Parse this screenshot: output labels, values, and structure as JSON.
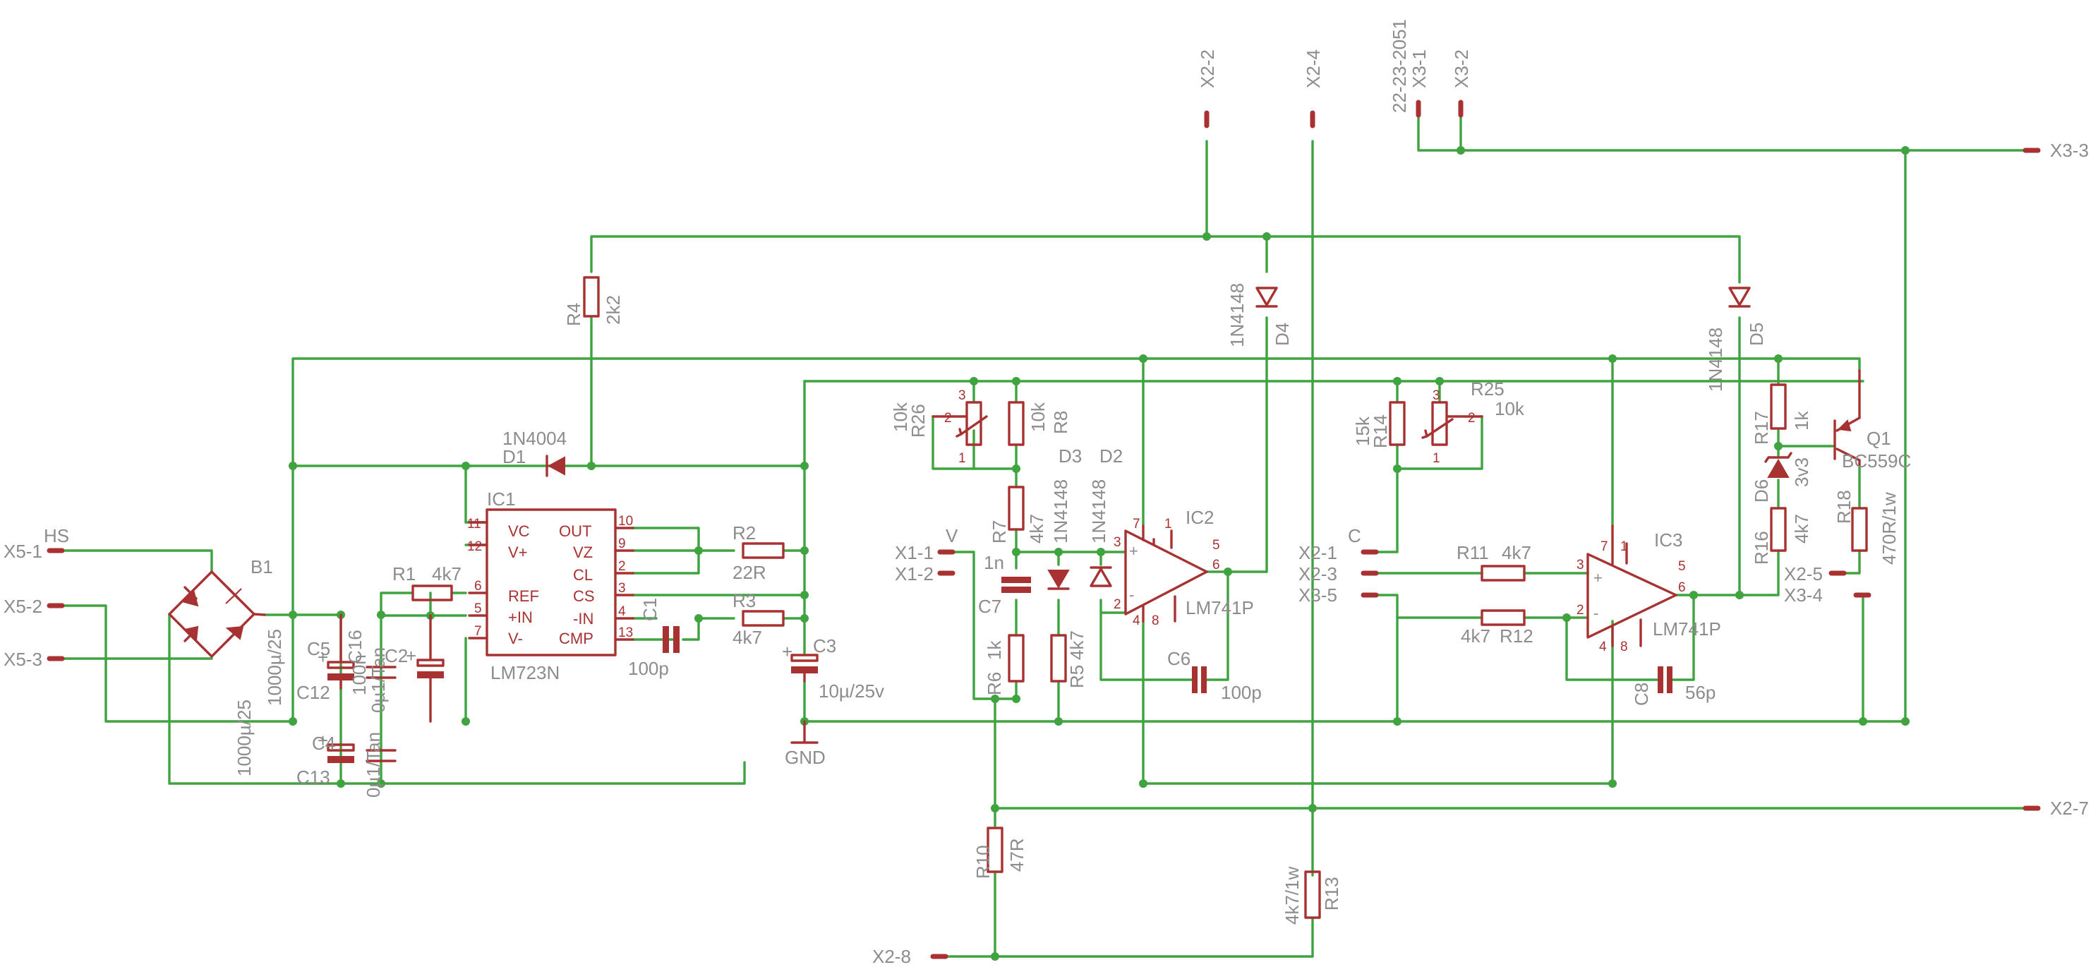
{
  "connectors": {
    "x5_1": "X5-1",
    "x5_2": "X5-2",
    "x5_3": "X5-3",
    "hs": "HS",
    "x1_1": "X1-1",
    "x1_2": "X1-2",
    "v": "V",
    "x2_1": "X2-1",
    "x2_3": "X2-3",
    "x3_5": "X3-5",
    "c": "C",
    "x2_2": "X2-2",
    "x2_4": "X2-4",
    "x3_1": "X3-1",
    "x3_2": "X3-2",
    "part_no": "22-23-2051",
    "x3_3": "X3-3",
    "x2_5": "X2-5",
    "x3_4": "X3-4",
    "x2_7": "X2-7",
    "x2_8": "X2-8",
    "gnd": "GND"
  },
  "parts": {
    "b1": "B1",
    "c5": {
      "name": "C5",
      "value": "1000µ/25"
    },
    "c12": "C12",
    "c16": {
      "name": "C16",
      "value": "100n"
    },
    "c2": {
      "name": "C2",
      "value": "0µ1/Tan"
    },
    "c4": {
      "name": "C4",
      "value": "1000µ/25"
    },
    "c13": "C13",
    "c14_value": "0µ1/Tan",
    "r1": {
      "name": "R1",
      "value": "4k7"
    },
    "ic1": {
      "name": "IC1",
      "type": "LM723N"
    },
    "d1": {
      "name": "D1",
      "value": "1N4004"
    },
    "r4": {
      "name": "R4",
      "value": "2k2"
    },
    "r2": {
      "name": "R2",
      "value": "22R"
    },
    "r3": {
      "name": "R3",
      "value": "4k7"
    },
    "c1": {
      "name": "C1",
      "value": "100p"
    },
    "c3": {
      "name": "C3",
      "value": "10µ/25v"
    },
    "r26": {
      "name": "R26",
      "value": "10k"
    },
    "r8": {
      "name": "R8",
      "value": "10k"
    },
    "r7": {
      "name": "R7",
      "value": "4k7"
    },
    "c7": {
      "name": "C7",
      "value": "1n"
    },
    "r6": {
      "name": "R6",
      "value": "1k"
    },
    "d3": {
      "name": "D3",
      "value": "1N4148"
    },
    "d2": {
      "name": "D2",
      "value": "1N4148"
    },
    "r5": {
      "name": "R5",
      "value": "4k7"
    },
    "ic2": {
      "name": "IC2",
      "type": "LM741P"
    },
    "c6": {
      "name": "C6",
      "value": "100p"
    },
    "d4": {
      "name": "D4",
      "value": "1N4148"
    },
    "r14": {
      "name": "R14",
      "value": "15k"
    },
    "r25": {
      "name": "R25",
      "value": "10k"
    },
    "r11": {
      "name": "R11",
      "value": "4k7"
    },
    "r12": {
      "name": "R12",
      "value": "4k7"
    },
    "ic3": {
      "name": "IC3",
      "type": "LM741P"
    },
    "c8": {
      "name": "C8",
      "value": "56p"
    },
    "d5": {
      "name": "D5",
      "value": "1N4148"
    },
    "r17": {
      "name": "R17",
      "value": "1k"
    },
    "d6": {
      "name": "D6",
      "value": "3v3"
    },
    "r16": {
      "name": "R16",
      "value": "4k7"
    },
    "q1": {
      "name": "Q1",
      "type": "BC559C"
    },
    "r18": {
      "name": "R18",
      "value": "470R/1w"
    },
    "r10": {
      "name": "R10",
      "value": "47R"
    },
    "r13": {
      "name": "R13",
      "value": "4k7/1w"
    }
  },
  "ic1_pins": {
    "vc": "VC",
    "vplus": "V+",
    "ref": "REF",
    "inp": "+IN",
    "vminus": "V-",
    "out": "OUT",
    "vz": "VZ",
    "cl": "CL",
    "cs": "CS",
    "inm": "-IN",
    "cmp": "CMP",
    "n11": "11",
    "n12": "12",
    "n6": "6",
    "n5": "5",
    "n7": "7",
    "n10": "10",
    "n9": "9",
    "n2": "2",
    "n3": "3",
    "n4": "4",
    "n13": "13"
  },
  "op_pins": {
    "n7": "7",
    "n3": "3",
    "n2": "2",
    "n4": "4",
    "n8": "8",
    "n1": "1",
    "n5": "5",
    "n6": "6",
    "plus": "+",
    "minus": "-"
  },
  "pot_pins": {
    "n1": "1",
    "n2": "2",
    "n3": "3"
  },
  "colors": {
    "wire": "#3fa33f",
    "component": "#a83232",
    "label": "#8c8c8c",
    "background": "#ffffff"
  }
}
